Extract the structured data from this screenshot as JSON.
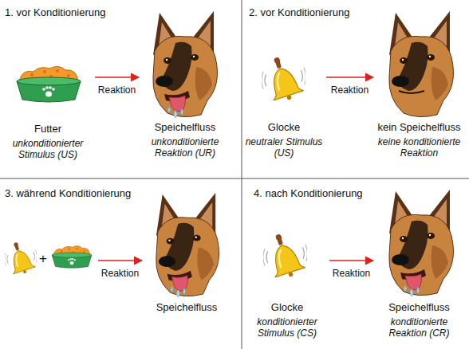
{
  "diagram": {
    "nodes": [
      {
        "text": [
          "Futter",
          "unkonditionierter Stimulus (US)"
        ]
      },
      {
        "text": [
          "Speichelfluss",
          "unkonditionierte Reaktion (UR)"
        ]
      },
      {
        "text": [
          "Glocke",
          "neutraler Stimulus (US)"
        ]
      },
      {
        "text": [
          "kein Speichelfluss",
          "keine konditionierte Reaktion"
        ]
      },
      {
        "text": [
          "+"
        ]
      },
      {
        "text": [
          "Speichelfluss"
        ]
      },
      {
        "text": [
          "Glocke",
          "konditionierter Stimulus (CS)"
        ]
      },
      {
        "text": [
          "Speichelfluss",
          "konditionierte Reaktion (CR)"
        ]
      }
    ],
    "edges": [
      {
        "from": 0,
        "to": 1,
        "label": "Reaktion",
        "arrow": "to"
      },
      {
        "from": 2,
        "to": 3,
        "label": "Reaktion",
        "arrow": "to"
      },
      {
        "from": 4,
        "to": 5,
        "label": "Reaktion",
        "arrow": "to"
      },
      {
        "from": 6,
        "to": 7,
        "label": "Reaktion",
        "arrow": "to"
      }
    ],
    "labels": [
      "1. vor Konditionierung",
      "2. vor Konditionierung",
      "3. während Konditionierung",
      "4. nach Konditionierung"
    ]
  }
}
